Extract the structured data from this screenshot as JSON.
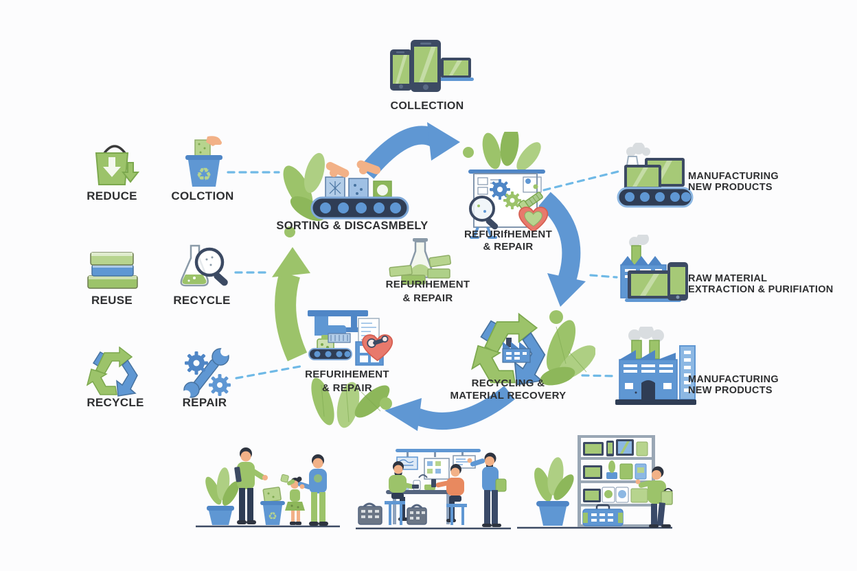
{
  "palette": {
    "green": "#9cc36a",
    "green_light": "#b7d48e",
    "green_dark": "#7ca84e",
    "blue_arrow": "#5f97d3",
    "blue_dark": "#4f86c6",
    "blue_pale": "#b3cde8",
    "dashed_blue": "#6fb9e6",
    "navy": "#3c4a63",
    "belt_navy": "#2f3d55",
    "screen_green": "#a6c977",
    "heart_red": "#e8796c",
    "skin": "#f2b187",
    "smoke_gray": "#d9dde0",
    "text": "#2e2f31",
    "background": "#fcfcfd"
  },
  "labels": {
    "collection": "COLLECTION",
    "reduce": "REDUCE",
    "colction": "COLCTION",
    "reuse": "REUSE",
    "recycle_flask": "RECYCLE",
    "recycle_arrows": "RECYCLE",
    "repair": "REPAIR",
    "sorting": "SORTING & DISCASMBELY",
    "refurb_right_1": "REFURIfHEMENT",
    "refurb_right_2": "& REPAIR",
    "refurb_center_1": "REFURIHEMENT",
    "refurb_center_2": "& REPAIR",
    "refurb_left_1": "REFURIHEMENT",
    "refurb_left_2": "& REPAIR",
    "recycling_1": "RECYCLING &",
    "recycling_2": "MATERIAL RECOVERY",
    "mfg_top_1": "MANUFACTURING",
    "mfg_top_2": "NEW PRODUCTS",
    "raw_1": "RAW MATERIAL",
    "raw_2": "EXTRACTION & PURIFIATION",
    "mfg_bottom_1": "MANUFACTURING",
    "mfg_bottom_2": "NEW PRODUCTS"
  },
  "icons": {
    "recycle_glyph": "♻",
    "top_icon": "devices-collection-icon",
    "left_column": [
      "shopping-bag-reduce-icon",
      "recycle-bin-collection-icon",
      "books-reuse-icon",
      "flask-magnifier-icon",
      "recycle-arrows-icon",
      "wrench-gears-icon"
    ],
    "cycle_icons": [
      "sorting-conveyor-icon",
      "refurbishment-board-icon",
      "flask-money-icon",
      "refurbishment-machine-icon",
      "recycle-factory-icon"
    ],
    "right_column": [
      "conveyor-devices-icon",
      "factory-devices-icon",
      "factory-icon"
    ],
    "scenes": [
      "family-recycling-scene",
      "repair-workshop-scene",
      "refurbished-store-scene"
    ]
  }
}
